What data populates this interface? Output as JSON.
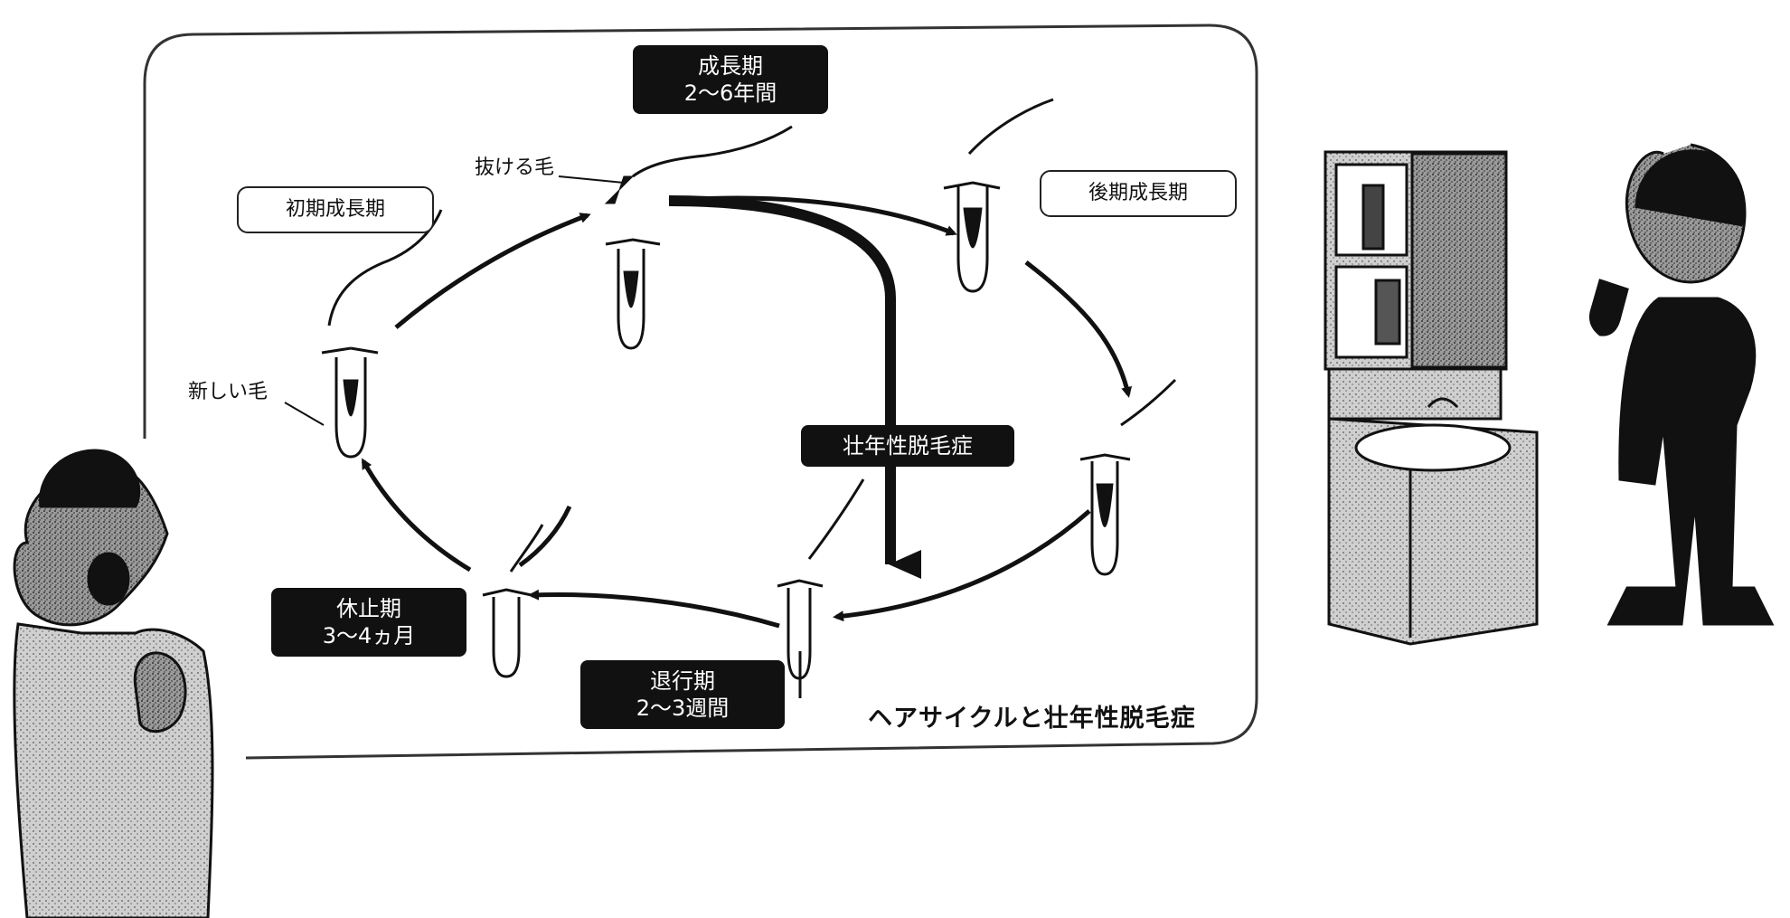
{
  "stages": {
    "anagen": "成長期\n2～6年間",
    "late_anagen": "後期成長期",
    "catagen": "退行期\n2～3週間",
    "telogen": "休止期\n3～4ヵ月",
    "early_anagen": "初期成長期"
  },
  "labels": {
    "shedding_hair": "抜ける毛",
    "new_hair": "新しい毛",
    "aga": "壮年性脱毛症"
  },
  "caption": "ヘアサイクルと壮年性脱毛症"
}
